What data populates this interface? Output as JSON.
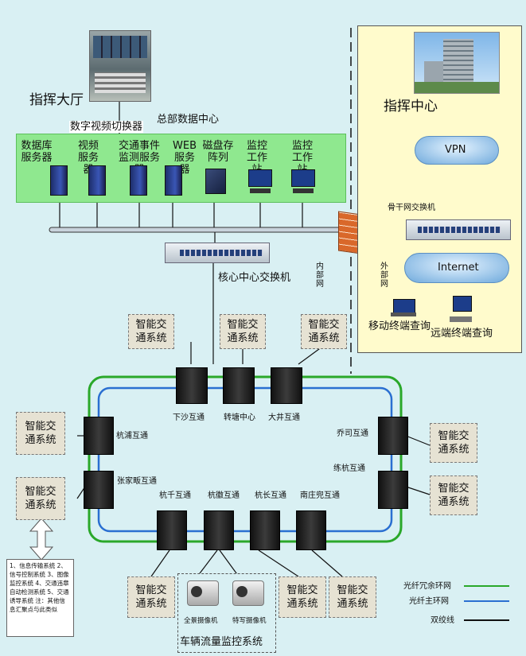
{
  "colors": {
    "background": "#d9f0f3",
    "green_ring": "#2aa82a",
    "blue_ring": "#2a6fd1",
    "twisted_pair": "#111111",
    "server_zone": "#8fe88f",
    "command_zone": "#fffbcc"
  },
  "labels": {
    "hall": "指挥大厅",
    "video_switcher": "数字视频切换器",
    "hq_datacenter": "总部数据中心",
    "servers": [
      "数据库服务器",
      "视频服务器",
      "交通事件监测服务器",
      "WEB服务器",
      "磁盘存阵列",
      "监控工作站",
      "监控工作站"
    ],
    "core_switch": "核心中心交换机",
    "internal_net": "内部网",
    "command_center": "指挥中心",
    "vpn": "VPN",
    "backbone_switch": "骨干网交换机",
    "external_net": "外部网",
    "internet": "Internet",
    "mobile_query": "移动终端查询",
    "remote_query": "远端终端查询",
    "its": "智能交通系统",
    "nodes": [
      "下沙互通",
      "转塘中心",
      "大井互通",
      "杭浦互通",
      "乔司互通",
      "张家畈互通",
      "练杭互通",
      "杭千互通",
      "杭徽互通",
      "杭长互通",
      "南庄兜互通"
    ],
    "cam_full": "全景摄像机",
    "cam_feature": "特写摄像机",
    "vehicle_system": "车辆流量监控系统",
    "its_items": "1、信息传输系统 2、信号控制系统 3、图像监控系统 4、交通违章自动检测系统 5、交通诱导系统 注：其他信息汇聚点与此类似"
  },
  "legend": [
    {
      "label": "光纤冗余环网",
      "color": "#2aa82a"
    },
    {
      "label": "光纤主环网",
      "color": "#2a6fd1"
    },
    {
      "label": "双绞线",
      "color": "#111111"
    }
  ]
}
